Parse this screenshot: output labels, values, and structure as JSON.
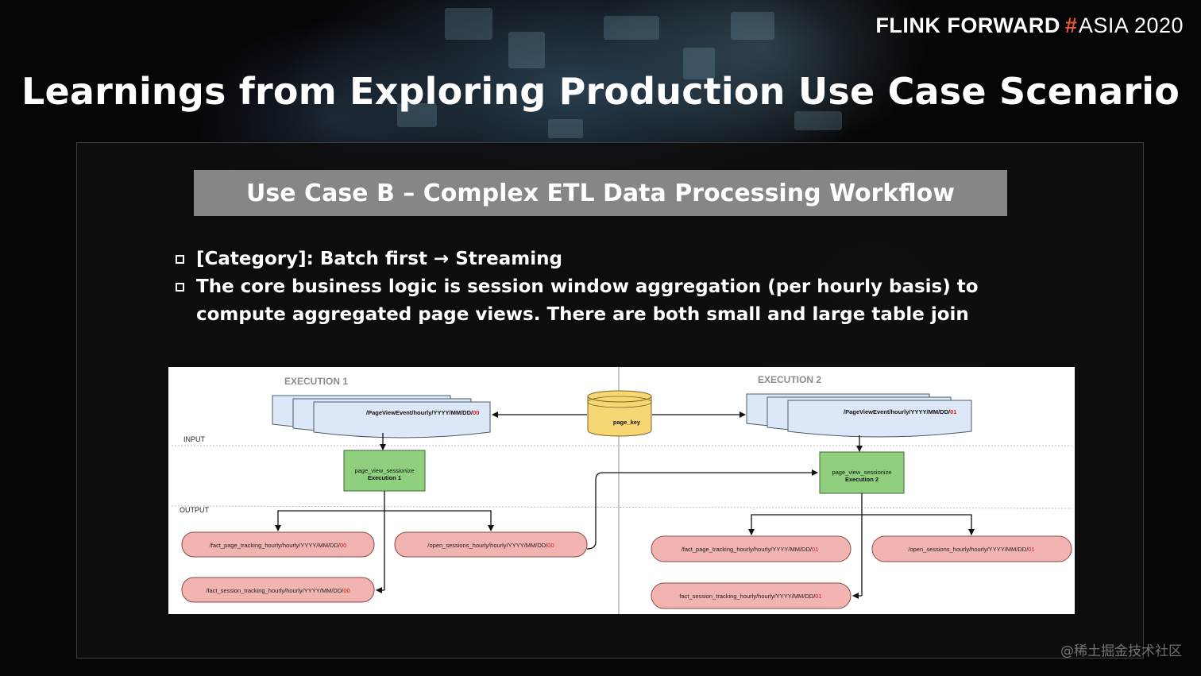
{
  "brand": {
    "part1": "FLINK FORWARD",
    "hash": "#",
    "part2": "ASIA 2020"
  },
  "slide": {
    "title": "Learnings from Exploring Production Use Case Scenario",
    "usecase_banner": "Use Case B – Complex ETL Data Processing Workflow",
    "bullets": [
      "[Category]: Batch first → Streaming",
      "The core business logic is session window aggregation (per hourly basis) to compute aggregated page views. There are both small and large table join"
    ]
  },
  "diagram": {
    "input_label": "INPUT",
    "output_label": "OUTPUT",
    "db_label": "page_key",
    "exec1": {
      "title": "EXECUTION 1",
      "input_doc": "/PageViewEvent/hourly/YYYY/MM/DD/",
      "input_suffix": "00",
      "process_line1": "page_view_sessionize",
      "process_line2": "Execution 1",
      "out_fact_page": "/fact_page_tracking_hourly/hourly/YYYY/MM/DD/",
      "out_open_sessions": "/open_sessions_hourly/hourly/YYYY/MM/DD/",
      "out_fact_session": "/fact_session_tracking_hourly/hourly/YYYY/MM/DD/",
      "suffix": "00"
    },
    "exec2": {
      "title": "EXECUTION 2",
      "input_doc": "/PageViewEvent/hourly/YYYY/MM/DD/",
      "input_suffix": "01",
      "process_line1": "page_view_sessionize",
      "process_line2": "Execution 2",
      "out_fact_page": "/fact_page_tracking_hourly/hourly/YYYY/MM/DD/",
      "out_open_sessions": "/open_sessions_hourly/hourly/YYYY/MM/DD/",
      "out_fact_session": "fact_session_tracking_hourly/hourly/YYYY/MM/DD/",
      "suffix": "01"
    }
  },
  "watermark": "@稀土掘金技术社区",
  "colors": {
    "doc_fill": "#dce8f7",
    "process_fill": "#8fcf7e",
    "output_fill": "#f2b4b0",
    "db_fill": "#f7d774",
    "suffix_red": "#d21e1e",
    "banner_gray": "#868686",
    "brand_hash": "#e8572b"
  }
}
